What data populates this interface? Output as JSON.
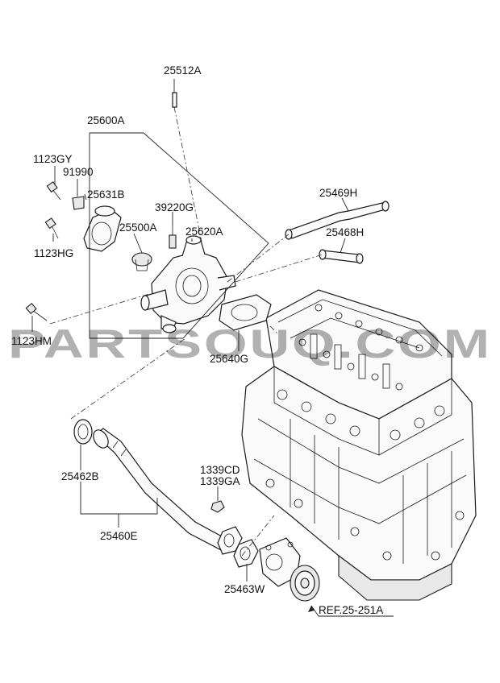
{
  "labels": {
    "p25512A": "25512A",
    "p25600A": "25600A",
    "p1123GY": "1123GY",
    "p91990": "91990",
    "p25631B": "25631B",
    "p39220G": "39220G",
    "p25500A": "25500A",
    "p25620A": "25620A",
    "p1123HG": "1123HG",
    "p25469H": "25469H",
    "p25468H": "25468H",
    "p1123HM": "1123HM",
    "p25640G": "25640G",
    "p25462B": "25462B",
    "p25460E": "25460E",
    "p1339CD": "1339CD",
    "p1339GA": "1339GA",
    "p25463W": "25463W",
    "ref": "REF.25-251A"
  },
  "watermark": "PARTSOUQ.COM",
  "colors": {
    "line": "#1a1a1a",
    "background": "#ffffff",
    "watermark": "#000000"
  }
}
